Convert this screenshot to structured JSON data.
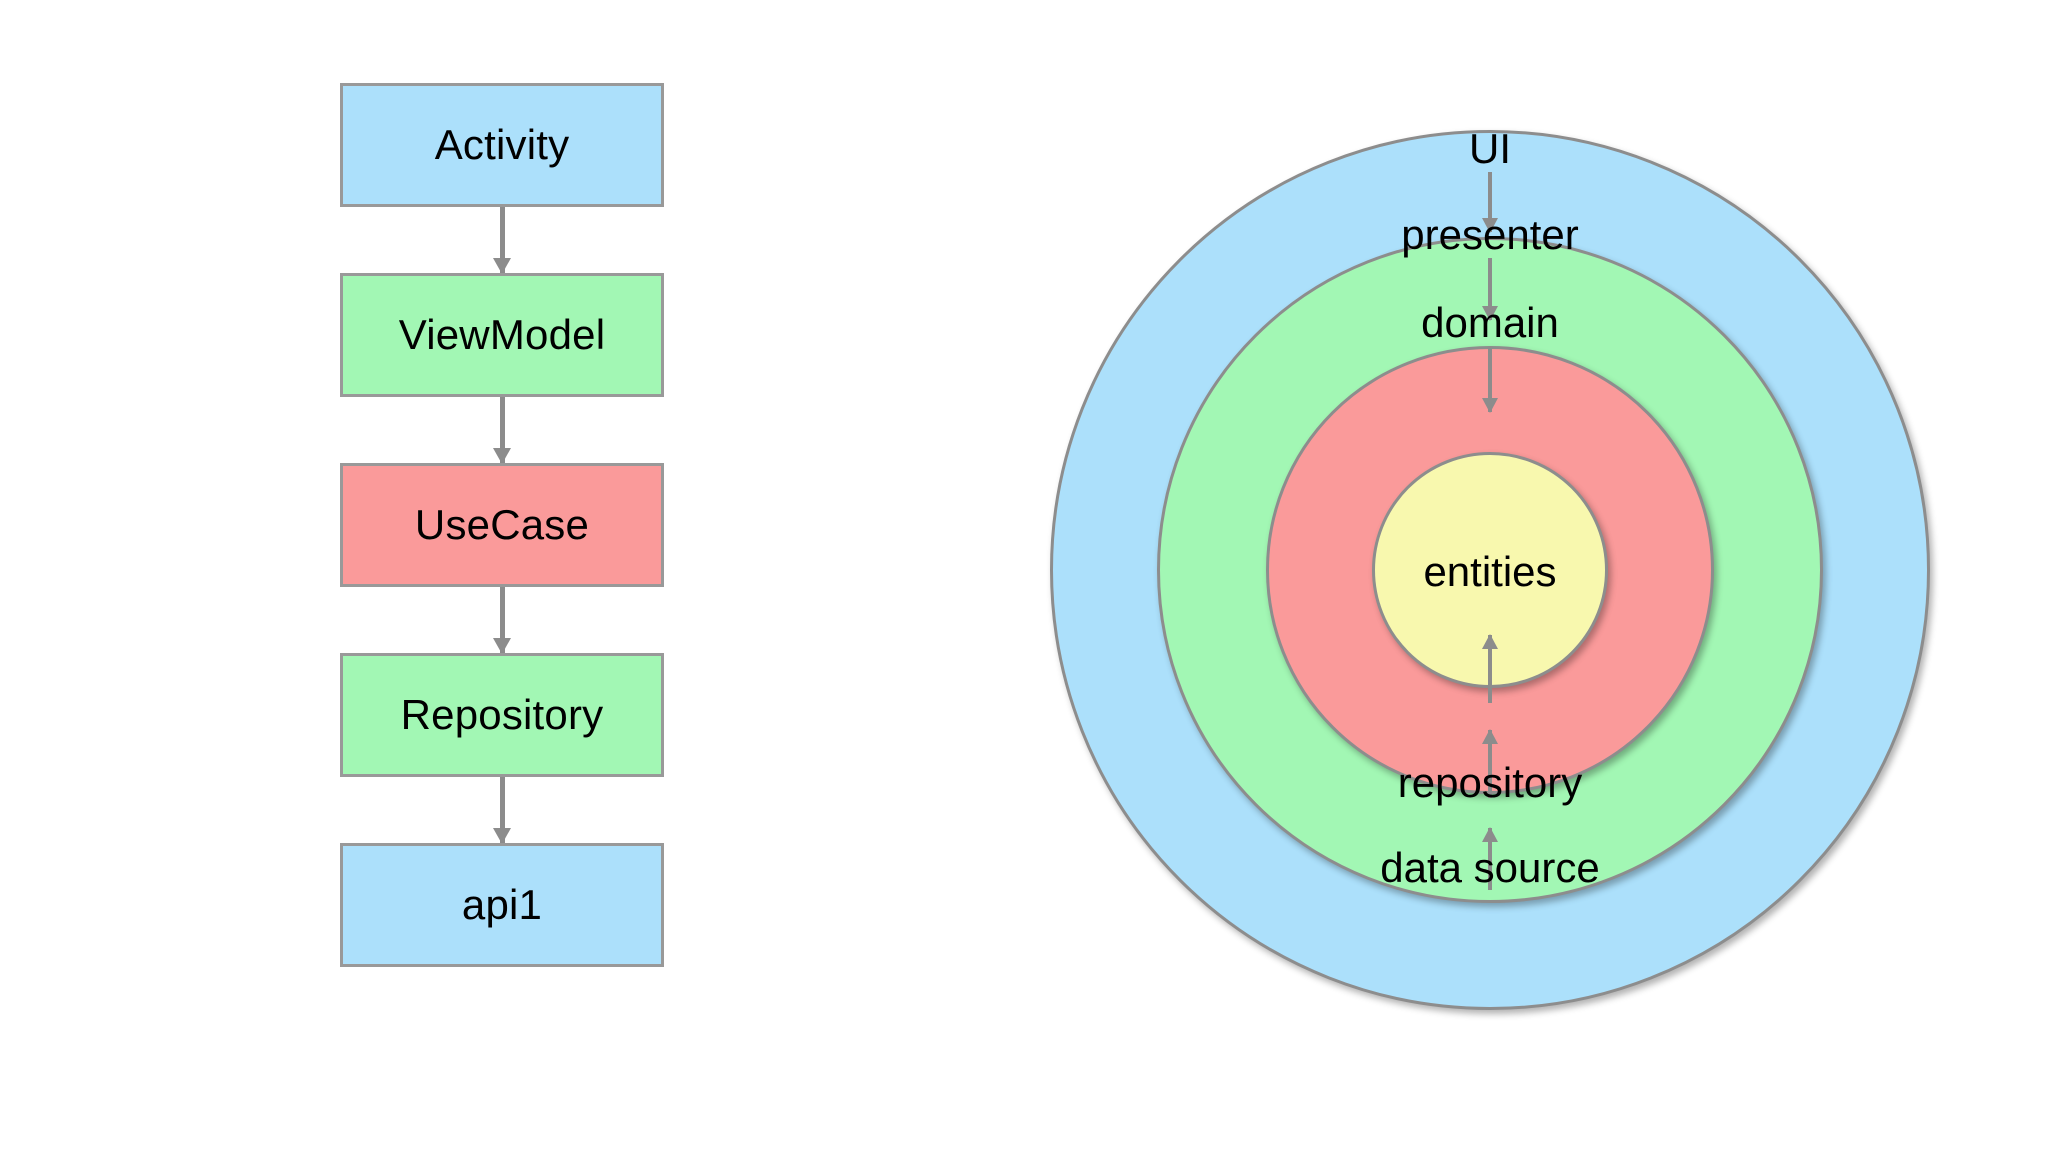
{
  "diagram": {
    "title": "Clean architecture layers",
    "background": "#ffffff",
    "colors": {
      "blue": "#ace0fb",
      "green": "#a2f7b4",
      "red": "#fa9a9a",
      "yellow": "#f8f8ae",
      "stroke": "#999999",
      "arrow": "#8c8c8c",
      "text": "#000000"
    }
  },
  "flow": {
    "name": "layer-flow-chart",
    "nodes": [
      {
        "label": "Activity",
        "color": "#ace0fb"
      },
      {
        "label": "ViewModel",
        "color": "#a2f7b4"
      },
      {
        "label": "UseCase",
        "color": "#fa9a9a"
      },
      {
        "label": "Repository",
        "color": "#a2f7b4"
      },
      {
        "label": "api1",
        "color": "#ace0fb"
      }
    ],
    "arrows": [
      {
        "from": "Activity",
        "to": "ViewModel",
        "direction": "down"
      },
      {
        "from": "ViewModel",
        "to": "UseCase",
        "direction": "down"
      },
      {
        "from": "UseCase",
        "to": "Repository",
        "direction": "down"
      },
      {
        "from": "Repository",
        "to": "api1",
        "direction": "down"
      }
    ]
  },
  "rings": {
    "name": "concentric-layers",
    "layers": [
      {
        "label": "outer-ring",
        "color": "#ace0fb",
        "radius": 440
      },
      {
        "label": "second-ring",
        "color": "#a2f7b4",
        "radius": 333
      },
      {
        "label": "third-ring",
        "color": "#fa9a9a",
        "radius": 224
      },
      {
        "label": "core",
        "color": "#f8f8ae",
        "radius": 118
      }
    ],
    "labels": [
      {
        "text": "UI",
        "ring": "outer-ring",
        "position": "top"
      },
      {
        "text": "presenter",
        "ring": "second-ring",
        "position": "top"
      },
      {
        "text": "domain",
        "ring": "third-ring",
        "position": "top"
      },
      {
        "text": "entities",
        "ring": "core",
        "position": "center"
      },
      {
        "text": "repository",
        "ring": "second-ring",
        "position": "bottom"
      },
      {
        "text": "data source",
        "ring": "outer-ring",
        "position": "bottom"
      }
    ],
    "arrows": [
      {
        "from": "UI",
        "to": "presenter",
        "direction": "down"
      },
      {
        "from": "presenter",
        "to": "domain",
        "direction": "down"
      },
      {
        "from": "domain",
        "to": "entities",
        "direction": "down"
      },
      {
        "from": "entities",
        "to": "domain",
        "direction": "up"
      },
      {
        "from": "domain",
        "to": "repository",
        "direction": "up"
      },
      {
        "from": "repository",
        "to": "data source",
        "direction": "up"
      }
    ]
  }
}
